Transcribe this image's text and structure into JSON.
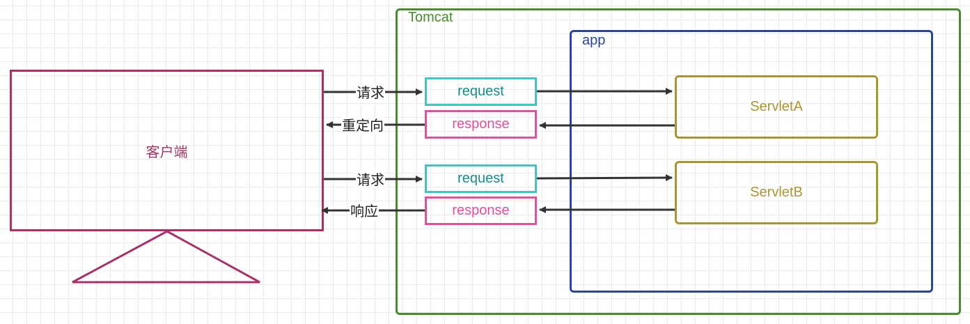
{
  "client": {
    "label": "客户端"
  },
  "tomcat": {
    "label": "Tomcat"
  },
  "app": {
    "label": "app"
  },
  "servlet_a": {
    "label": "ServletA"
  },
  "servlet_b": {
    "label": "ServletB"
  },
  "flow1": {
    "request": "request",
    "response": "response",
    "request_msg": "请求",
    "response_msg": "重定向"
  },
  "flow2": {
    "request": "request",
    "response": "response",
    "request_msg": "请求",
    "response_msg": "响应"
  },
  "colors": {
    "client": "#a3336a",
    "tomcat": "#4a8a2e",
    "app": "#2a4597",
    "request": "#45c2c2",
    "response": "#e0509c",
    "servlet": "#a89636",
    "arrow": "#333333"
  }
}
